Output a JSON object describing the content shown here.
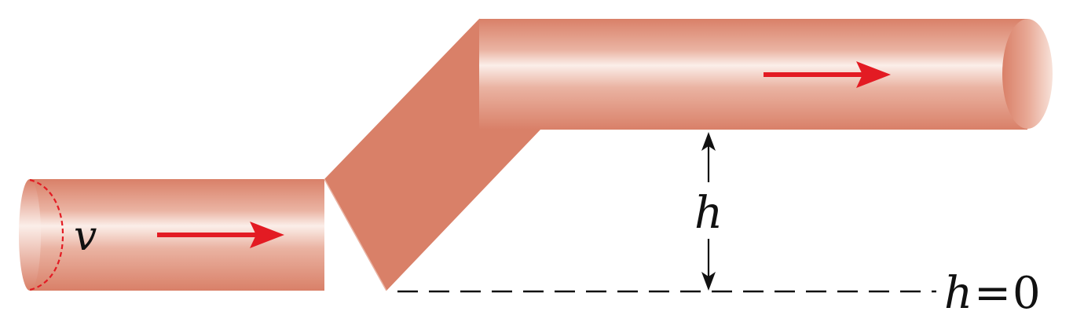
{
  "labels": {
    "velocity": "v",
    "height": "h",
    "reference_h": "h",
    "reference_eq": "=",
    "reference_zero": "0"
  },
  "colors": {
    "pipe_dark": "#d98068",
    "pipe_mid": "#eab3a2",
    "pipe_light": "#fbeee9",
    "flow_arrow": "#e31b23",
    "ink": "#111111"
  }
}
